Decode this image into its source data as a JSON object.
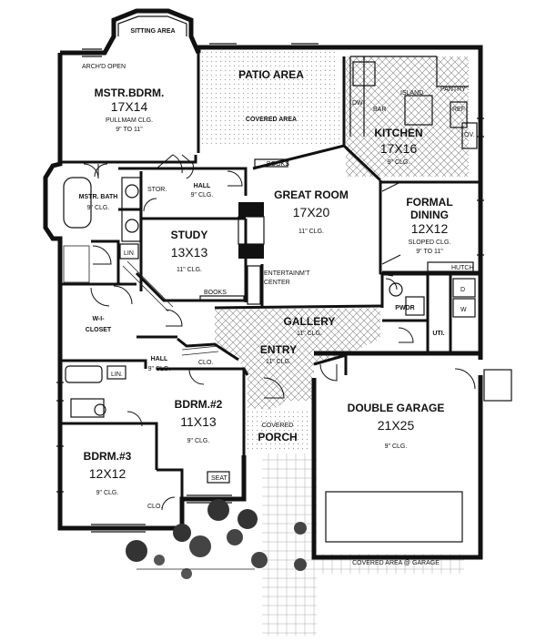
{
  "rooms": {
    "sitting_area": "SITTING AREA",
    "archd_open": "ARCH'D OPEN",
    "mstr_bdrm": {
      "name": "MSTR.BDRM.",
      "size": "17X14",
      "ceiling_1": "PULLMAM CLG.",
      "ceiling_2": "9\" TO 11\""
    },
    "patio_area": "PATIO AREA",
    "covered_area": "COVERED AREA",
    "kitchen": {
      "name": "KITCHEN",
      "size": "17X16",
      "ceiling": "9\" CLG."
    },
    "pantry": "PANTRY",
    "island": "ISLAND",
    "bar": "BAR",
    "dw": "DW",
    "ref": "REF",
    "ov": "OV.",
    "mstr_bath": {
      "name": "MSTR. BATH",
      "ceiling": "9\" CLG."
    },
    "stor": "STOR.",
    "hall_upper": {
      "name": "HALL",
      "ceiling": "9\" CLG."
    },
    "books_upper": "BOOKS",
    "great_room": {
      "name": "GREAT ROOM",
      "size": "17X20",
      "ceiling": "11\" CLG."
    },
    "formal_dining": {
      "name_1": "FORMAL",
      "name_2": "DINING",
      "size": "12X12",
      "ceiling_1": "SLOPED CLG.",
      "ceiling_2": "9\" TO 11\""
    },
    "hutch": "HUTCH",
    "study": {
      "name": "STUDY",
      "size": "13X13",
      "ceiling": "11\" CLG."
    },
    "lin_upper": "LIN",
    "books_study": "BOOKS",
    "entertainment": {
      "line_1": "ENTERTAINM'T",
      "line_2": "CENTER"
    },
    "pwdr": "PWDR",
    "d": "D",
    "w": "W",
    "uti": "UTI.",
    "wi_closet": {
      "line_1": "W-I-",
      "line_2": "CLOSET"
    },
    "gallery": {
      "name": "GALLERY",
      "ceiling": "11\" CLG."
    },
    "entry": {
      "name": "ENTRY",
      "ceiling": "11\" CLG."
    },
    "hall_lower": {
      "name": "HALL",
      "ceiling": "9\" CLG."
    },
    "clo_bdrm2": "CLO.",
    "lin_lower": "LIN.",
    "bdrm2": {
      "name": "BDRM.#2",
      "size": "11X13",
      "ceiling": "9\" CLG."
    },
    "double_garage": {
      "name": "DOUBLE GARAGE",
      "size": "21X25",
      "ceiling": "9\" CLG."
    },
    "covered_porch": {
      "line_1": "COVERED",
      "line_2": "PORCH"
    },
    "bdrm3": {
      "name": "BDRM.#3",
      "size": "12X12",
      "ceiling": "9\" CLG."
    },
    "clo_bdrm3": "CLO.",
    "seat": "SEAT",
    "covered_area_garage": "COVERED AREA @ GARAGE"
  },
  "colors": {
    "ink": "#111111",
    "paper": "#ffffff",
    "hatch": "#888888"
  }
}
